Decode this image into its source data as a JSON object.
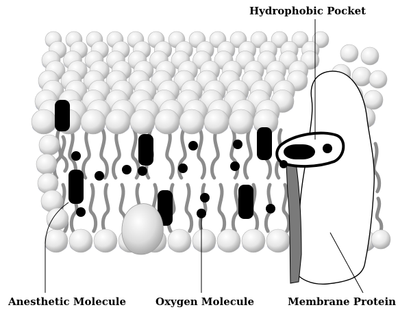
{
  "labels": {
    "hydrophobic_pocket": "Hydrophobic Pocket",
    "anesthetic_molecule": "Anesthetic Molecule",
    "oxygen_molecule": "Oxygen Molecule",
    "membrane_protein": "Membrane Protein"
  },
  "colors": {
    "lipid_head_light": "#f8f8f8",
    "lipid_head_shade": "#9a9a9a",
    "lipid_head_edge": "#8a8fa8",
    "lipid_tail": "#8c8c8c",
    "molecule": "#000000",
    "protein_fill": "#ffffff"
  },
  "icons": [
    "lipid-head-icon",
    "anesthetic-molecule-icon",
    "oxygen-molecule-icon",
    "membrane-protein-icon",
    "hydrophobic-pocket-icon"
  ]
}
